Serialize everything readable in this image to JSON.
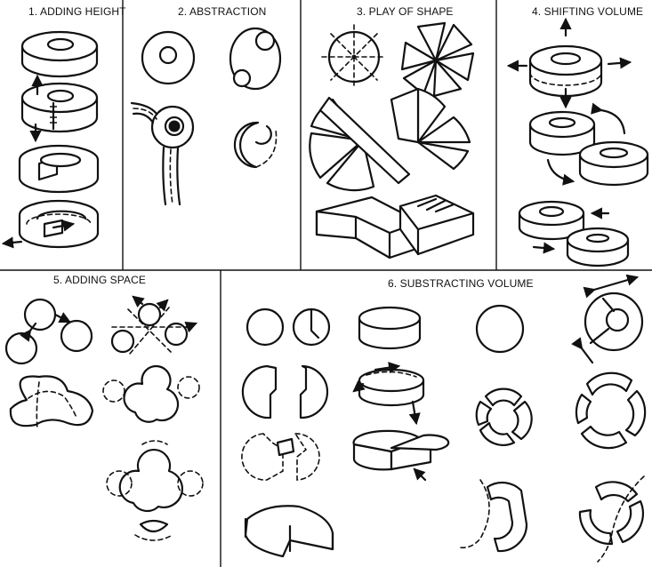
{
  "panels": [
    {
      "title": "1. ADDING HEIGHT"
    },
    {
      "title": "2. ABSTRACTION"
    },
    {
      "title": "3. PLAY OF SHAPE"
    },
    {
      "title": "4. SHIFTING VOLUME"
    },
    {
      "title": "5. ADDING SPACE"
    },
    {
      "title": "6. SUBSTRACTING VOLUME"
    }
  ]
}
